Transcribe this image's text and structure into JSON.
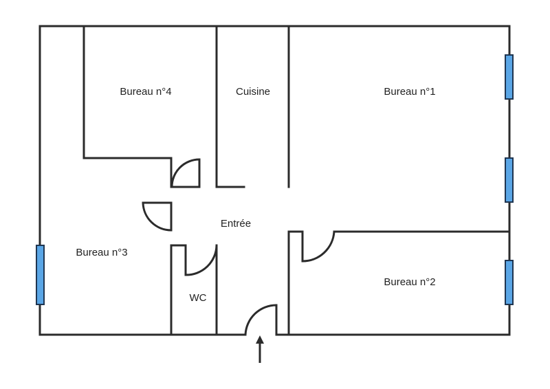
{
  "rooms": {
    "bureau4": "Bureau n°4",
    "cuisine": "Cuisine",
    "bureau1": "Bureau n°1",
    "entree": "Entrée",
    "bureau3": "Bureau n°3",
    "wc": "WC",
    "bureau2": "Bureau n°2"
  },
  "colors": {
    "wall": "#2b2b2b",
    "window": "#5aa6e6",
    "window_border": "#1f3550",
    "background": "#ffffff"
  },
  "icons": {
    "entrance": "arrow-up-icon"
  }
}
